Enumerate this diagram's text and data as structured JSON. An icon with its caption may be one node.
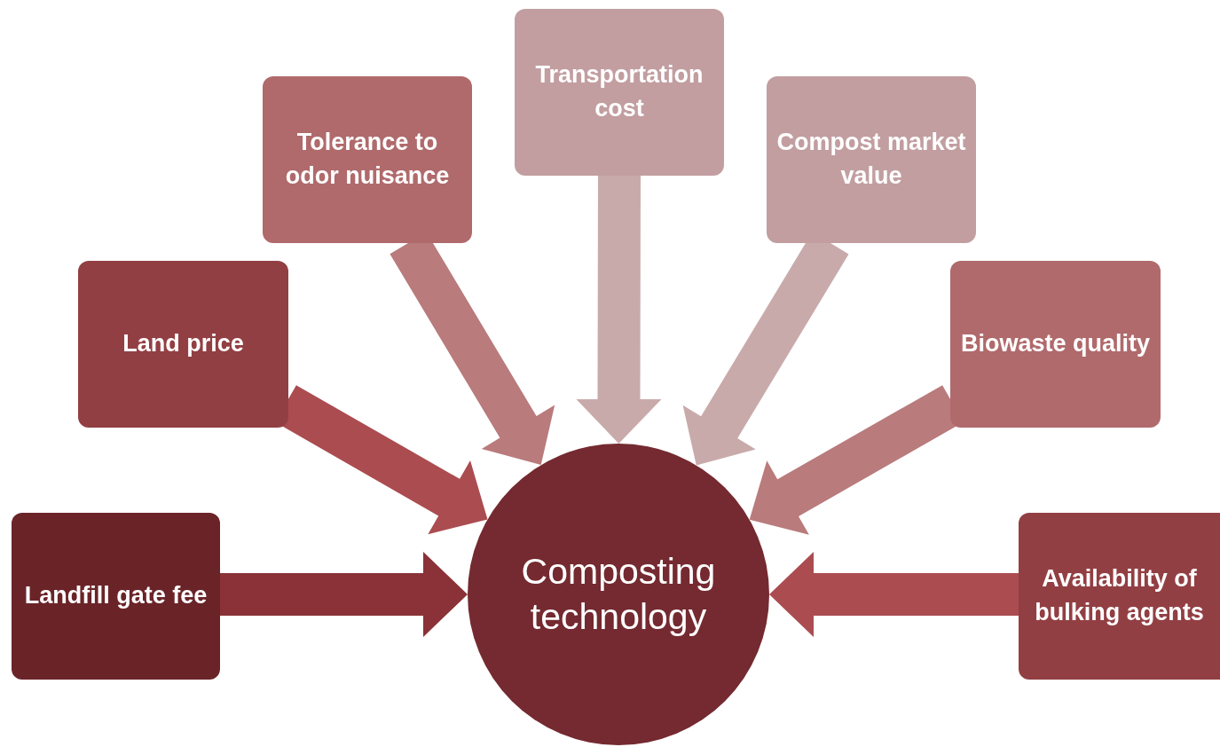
{
  "diagram": {
    "nodes": [
      {
        "text": [
          "Composting technology"
        ]
      },
      {
        "text": [
          "Landfill gate fee"
        ]
      },
      {
        "text": [
          "Land price"
        ]
      },
      {
        "text": [
          "Tolerance to odor nuisance"
        ]
      },
      {
        "text": [
          "Transportation cost"
        ]
      },
      {
        "text": [
          "Compost market value"
        ]
      },
      {
        "text": [
          "Biowaste quality"
        ]
      },
      {
        "text": [
          "Availability of bulking agents"
        ]
      }
    ],
    "edges": [
      {
        "from": 1,
        "to": 0,
        "arrow": "to",
        "style": "thick",
        "color": "#8a3237"
      },
      {
        "from": 2,
        "to": 0,
        "arrow": "to",
        "style": "thick",
        "color": "#ab4c50"
      },
      {
        "from": 3,
        "to": 0,
        "arrow": "to",
        "style": "thick",
        "color": "#b97b7c"
      },
      {
        "from": 4,
        "to": 0,
        "arrow": "to",
        "style": "thick",
        "color": "#c9aaab"
      },
      {
        "from": 5,
        "to": 0,
        "arrow": "to",
        "style": "thick",
        "color": "#c9aaab"
      },
      {
        "from": 6,
        "to": 0,
        "arrow": "to",
        "style": "thick",
        "color": "#b97b7c"
      },
      {
        "from": 7,
        "to": 0,
        "arrow": "to",
        "style": "thick",
        "color": "#ab4c50"
      }
    ]
  }
}
